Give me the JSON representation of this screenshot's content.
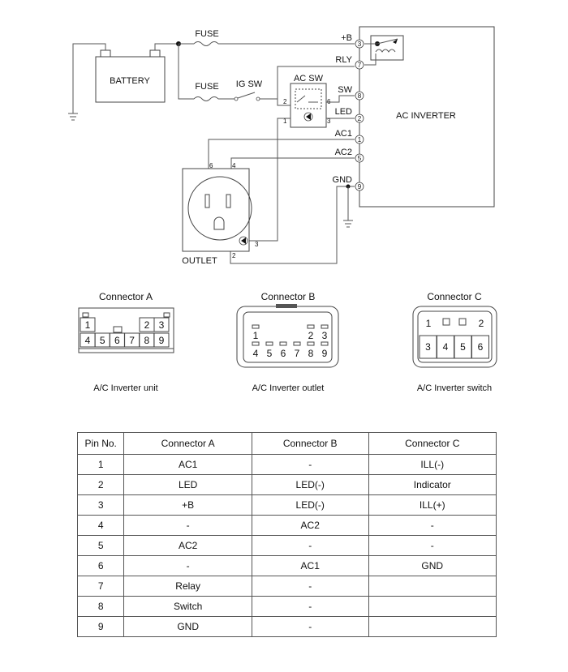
{
  "schematic": {
    "battery": "BATTERY",
    "fuse1": "FUSE",
    "fuse2": "FUSE",
    "ig_sw": "IG SW",
    "ac_sw": "AC SW",
    "ac_inverter": "AC INVERTER",
    "outlet": "OUTLET",
    "signals": [
      "+B",
      "RLY",
      "SW",
      "LED",
      "AC1",
      "AC2",
      "GND"
    ],
    "inverter_pins": [
      "3",
      "7",
      "8",
      "2",
      "1",
      "5",
      "9"
    ],
    "acsw_pins": {
      "p2": "2",
      "p6": "6",
      "p1": "1",
      "p3": "3"
    },
    "outlet_pins": {
      "p6": "6",
      "p4": "4",
      "p3": "3",
      "p2": "2"
    }
  },
  "connectors": [
    {
      "title": "Connector A",
      "caption": "A/C Inverter unit",
      "pins_top": [
        "1",
        "2",
        "3"
      ],
      "pins_bottom": [
        "4",
        "5",
        "6",
        "7",
        "8",
        "9"
      ]
    },
    {
      "title": "Connector B",
      "caption": "A/C Inverter outlet",
      "pins_top": [
        "1",
        "2",
        "3"
      ],
      "pins_bottom": [
        "4",
        "5",
        "6",
        "7",
        "8",
        "9"
      ]
    },
    {
      "title": "Connector C",
      "caption": "A/C Inverter switch",
      "pins_top": [
        "1",
        "2"
      ],
      "pins_bottom": [
        "3",
        "4",
        "5",
        "6"
      ]
    }
  ],
  "table": {
    "headers": [
      "Pin No.",
      "Connector A",
      "Connector B",
      "Connector C"
    ],
    "rows": [
      [
        "1",
        "AC1",
        "-",
        "ILL(-)"
      ],
      [
        "2",
        "LED",
        "LED(-)",
        "Indicator"
      ],
      [
        "3",
        "+B",
        "LED(-)",
        "ILL(+)"
      ],
      [
        "4",
        "-",
        "AC2",
        "-"
      ],
      [
        "5",
        "AC2",
        "-",
        "-"
      ],
      [
        "6",
        "-",
        "AC1",
        "GND"
      ],
      [
        "7",
        "Relay",
        "-",
        ""
      ],
      [
        "8",
        "Switch",
        "-",
        ""
      ],
      [
        "9",
        "GND",
        "-",
        ""
      ]
    ]
  }
}
